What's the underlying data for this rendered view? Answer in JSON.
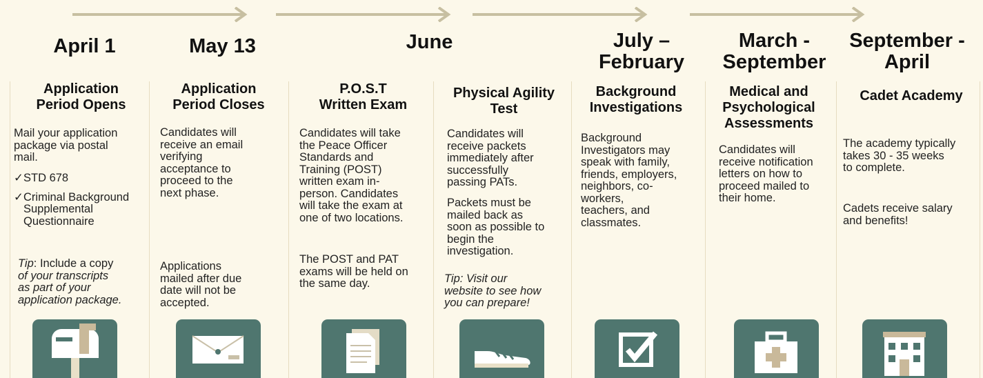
{
  "colors": {
    "background": "#fcf8ea",
    "arrow": "#c7bfa1",
    "icon_box": "#4f766f"
  },
  "dates": {
    "april1": "April 1",
    "may13": "May 13",
    "june": "June",
    "july_feb_1": "July –",
    "july_feb_2": "February",
    "mar_sep_1": "March -",
    "mar_sep_2": "September",
    "sep_apr_1": "September -",
    "sep_apr_2": "April"
  },
  "steps": {
    "application_opens": {
      "title_1": "Application",
      "title_2": "Period Opens",
      "body_1": "Mail your application",
      "body_2": "package via postal",
      "body_3": "mail.",
      "check_1": "STD 678",
      "check_2_1": "Criminal Background",
      "check_2_2": "Supplemental",
      "check_2_3": "Questionnaire",
      "tip_label": "Tip",
      "tip_1": ": Include a copy",
      "tip_2": "of your transcripts",
      "tip_3": "as part of your",
      "tip_4": "application package.",
      "icon": "mailbox-icon"
    },
    "application_closes": {
      "title_1": "Application",
      "title_2": "Period Closes",
      "body_1": "Candidates will",
      "body_2": "receive an email",
      "body_3": "verifying",
      "body_4": "acceptance to",
      "body_5": "proceed to the",
      "body_6": "next phase.",
      "note_1": "Applications",
      "note_2": "mailed after due",
      "note_3": "date will not be",
      "note_4": "accepted.",
      "icon": "envelope-icon"
    },
    "post_exam": {
      "title_1": "P.O.S.T",
      "title_2": "Written Exam",
      "body_1": "Candidates will take",
      "body_2": "the Peace Officer",
      "body_3": "Standards and",
      "body_4": "Training (POST)",
      "body_5": "written exam in-",
      "body_6": "person. Candidates",
      "body_7": "will take the exam at",
      "body_8": "one of two locations.",
      "note_1": "The POST and PAT",
      "note_2": "exams will be held on",
      "note_3": "the same day.",
      "icon": "document-icon"
    },
    "agility_test": {
      "title_1": "Physical Agility",
      "title_2": "Test",
      "body_1": "Candidates will",
      "body_2": "receive packets",
      "body_3": "immediately after",
      "body_4": "successfully",
      "body_5": "passing PATs.",
      "body2_1": "Packets must be",
      "body2_2": "mailed back as",
      "body2_3": "soon as possible to",
      "body2_4": "begin the",
      "body2_5": "investigation.",
      "tip_1": "Tip: Visit our",
      "tip_2": "website to see how",
      "tip_3": "you can prepare!",
      "icon": "sneaker-icon"
    },
    "background": {
      "title_1": "Background",
      "title_2": "Investigations",
      "body_1": "Background",
      "body_2": "Investigators may",
      "body_3": "speak with family,",
      "body_4": "friends, employers,",
      "body_5": "neighbors, co-",
      "body_6": "workers,",
      "body_7": "teachers, and",
      "body_8": "classmates.",
      "icon": "checkbox-icon"
    },
    "medical": {
      "title_1": "Medical and",
      "title_2": "Psychological",
      "title_3": "Assessments",
      "body_1": "Candidates will",
      "body_2": "receive notification",
      "body_3": "letters on how to",
      "body_4": "proceed mailed to",
      "body_5": "their home.",
      "icon": "medical-kit-icon"
    },
    "academy": {
      "title_1": "Cadet Academy",
      "body_1": "The academy typically",
      "body_2": "takes 30 - 35 weeks",
      "body_3": "to complete.",
      "body2_1": "Cadets receive salary",
      "body2_2": "and benefits!",
      "icon": "building-icon"
    }
  }
}
